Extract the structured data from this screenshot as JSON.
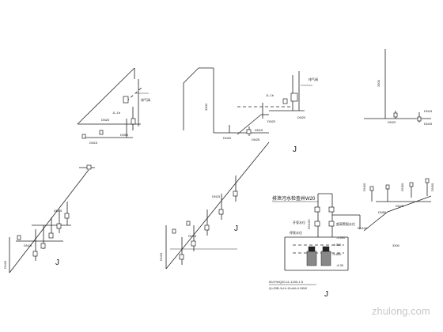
{
  "labels": {
    "dn15": "DN15",
    "dn20": "DN20",
    "dn25": "DN25",
    "dn50": "DN50",
    "dn75": "DN75",
    "dn100": "DN100",
    "dn150": "DN150",
    "l1": "JL-1b",
    "l2": "JL-1b",
    "pipe_tag": "排气阀",
    "j1": "J",
    "j2": "J",
    "j3": "J",
    "j4": "J",
    "height_1": "3300",
    "height_2": "3300",
    "height_3": "3300",
    "sewage_pit_title": "排泄污水检查井W20",
    "stop_level": "开泵水位",
    "start_level": "停泵水位",
    "alarm_level": "超高警报水位",
    "level_4600": "-4.600",
    "level_4300": "-4.300",
    "level_5800": "-5.800",
    "level_630": "-6.30",
    "pump_model": "50JYWQ20-11-1200-1.5",
    "pump_params": "Q=20B /h,H=11mN=1.5KW"
  },
  "watermark": "zhulong.com"
}
